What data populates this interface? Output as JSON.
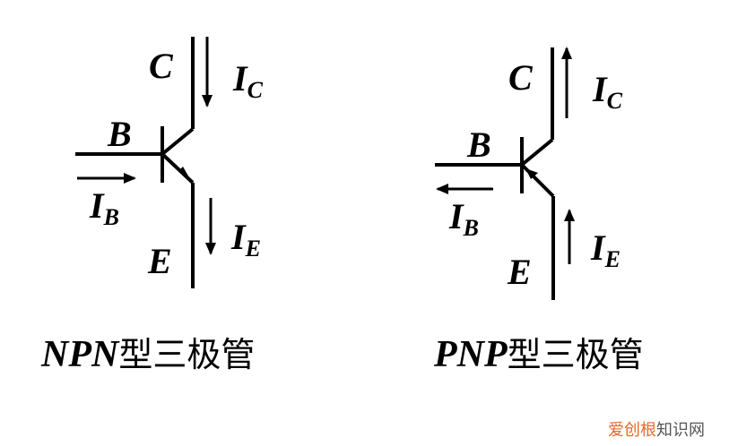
{
  "diagrams": [
    {
      "id": "npn",
      "caption_type": "NPN",
      "caption_suffix": "型三极管",
      "terminals": {
        "collector": "C",
        "base": "B",
        "emitter": "E"
      },
      "currents": {
        "collector": {
          "main": "I",
          "sub": "C",
          "direction": "down"
        },
        "base": {
          "main": "I",
          "sub": "B",
          "direction": "right"
        },
        "emitter": {
          "main": "I",
          "sub": "E",
          "direction": "down"
        }
      },
      "emitter_arrow": "outward"
    },
    {
      "id": "pnp",
      "caption_type": "PNP",
      "caption_suffix": "型三极管",
      "terminals": {
        "collector": "C",
        "base": "B",
        "emitter": "E"
      },
      "currents": {
        "collector": {
          "main": "I",
          "sub": "C",
          "direction": "up"
        },
        "base": {
          "main": "I",
          "sub": "B",
          "direction": "left"
        },
        "emitter": {
          "main": "I",
          "sub": "E",
          "direction": "up"
        }
      },
      "emitter_arrow": "inward"
    }
  ],
  "watermark": {
    "part1": "爱创根",
    "part2": "知识网",
    "color1": "#e06a28",
    "color2": "#555555"
  },
  "colors": {
    "line": "#000000",
    "background": "#ffffff"
  }
}
